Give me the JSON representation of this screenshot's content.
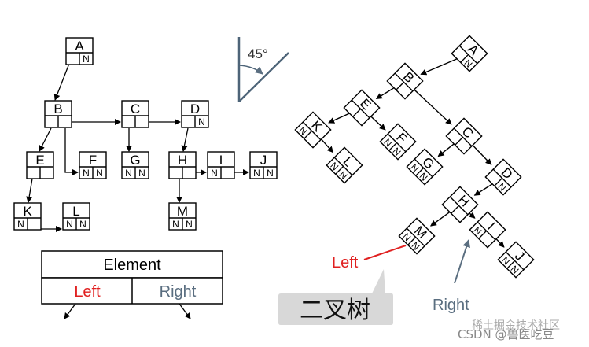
{
  "null_symbol": "N",
  "left_tree": {
    "nodes": [
      {
        "id": "A",
        "label": "A",
        "left_null": false,
        "right_null": true
      },
      {
        "id": "B",
        "label": "B",
        "left_null": false,
        "right_null": false
      },
      {
        "id": "C",
        "label": "C",
        "left_null": false,
        "right_null": false
      },
      {
        "id": "D",
        "label": "D",
        "left_null": false,
        "right_null": true
      },
      {
        "id": "E",
        "label": "E",
        "left_null": false,
        "right_null": false
      },
      {
        "id": "F",
        "label": "F",
        "left_null": true,
        "right_null": true
      },
      {
        "id": "G",
        "label": "G",
        "left_null": true,
        "right_null": true
      },
      {
        "id": "H",
        "label": "H",
        "left_null": false,
        "right_null": false
      },
      {
        "id": "I",
        "label": "I",
        "left_null": true,
        "right_null": false
      },
      {
        "id": "J",
        "label": "J",
        "left_null": true,
        "right_null": true
      },
      {
        "id": "K",
        "label": "K",
        "left_null": true,
        "right_null": false
      },
      {
        "id": "L",
        "label": "L",
        "left_null": true,
        "right_null": true
      },
      {
        "id": "M",
        "label": "M",
        "left_null": true,
        "right_null": true
      }
    ]
  },
  "legend": {
    "element": "Element",
    "left": "Left",
    "right": "Right"
  },
  "angle_label": "45°",
  "right_tree": {
    "labels": [
      "A",
      "B",
      "E",
      "K",
      "L",
      "F",
      "C",
      "G",
      "D",
      "H",
      "M",
      "I",
      "J"
    ],
    "left_annotation": "Left",
    "right_annotation": "Right"
  },
  "caption": "二叉树",
  "watermark_1": "稀土掘金技术社区",
  "watermark_2": "CSDN @兽医吃豆",
  "colors": {
    "line": "#000000",
    "left_red": "#e02020",
    "right_slate": "#5a6e80",
    "caption_bg": "#d8d8d8",
    "angle": "#4d6478"
  }
}
